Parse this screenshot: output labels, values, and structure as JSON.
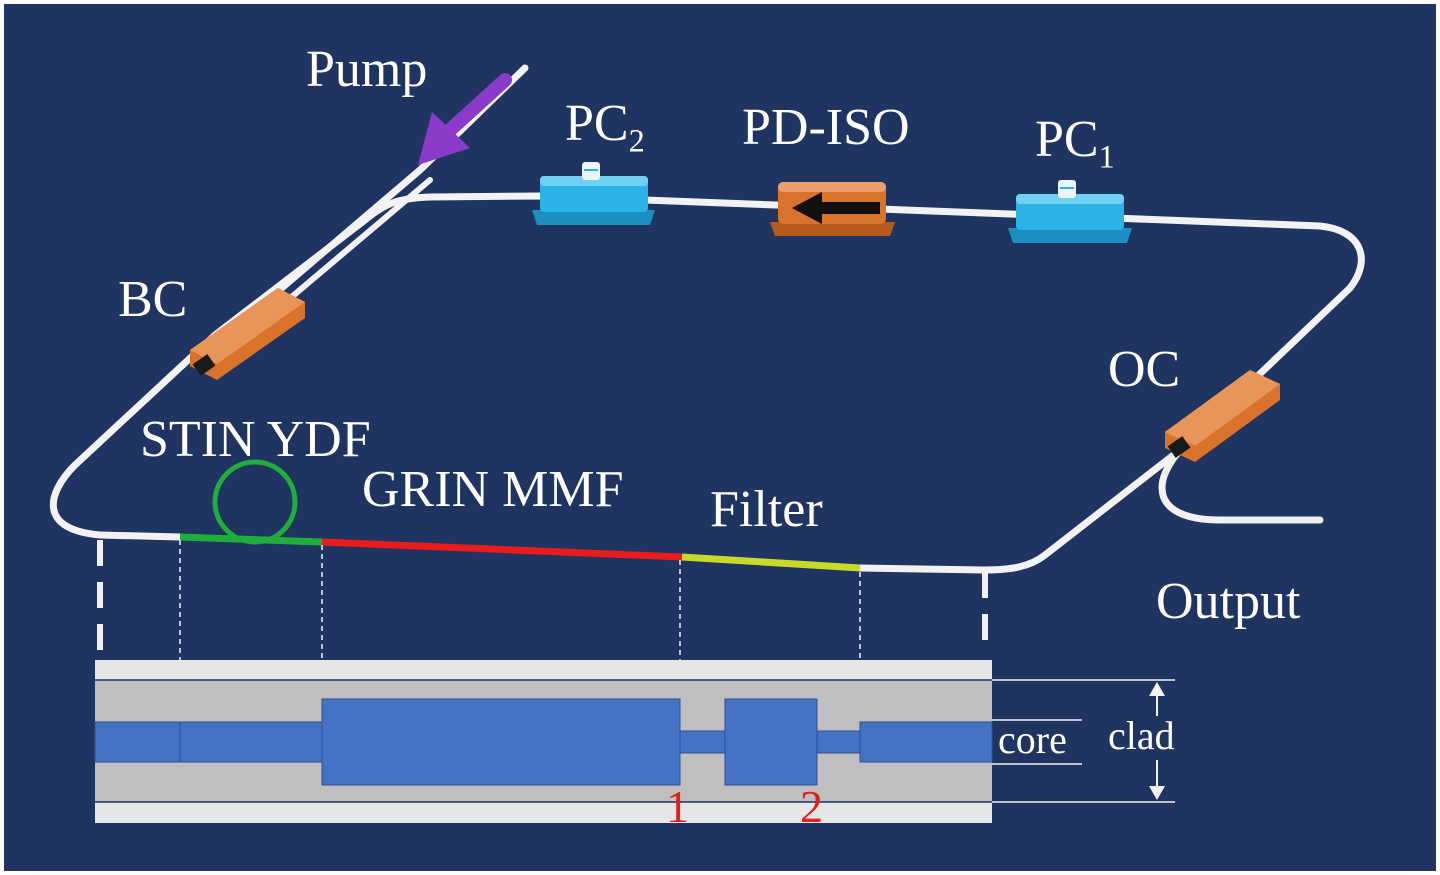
{
  "labels": {
    "pump": "Pump",
    "pc2": "PC",
    "pc2_sub": "2",
    "pd_iso": "PD-ISO",
    "pc1": "PC",
    "pc1_sub": "1",
    "bc": "BC",
    "oc": "OC",
    "stin_ydf": "STIN YDF",
    "grin_mmf": "GRIN MMF",
    "filter": "Filter",
    "output": "Output",
    "core": "core",
    "clad": "clad",
    "splice_1": "1",
    "splice_2": "2"
  },
  "colors": {
    "background": "#1f3461",
    "fiber": "#f2f2f2",
    "pump_arrow": "#8a3bc9",
    "polarization_controller": "#2ab3e6",
    "coupler": "#d9722a",
    "ydf": "#1fae3c",
    "grin_mmf": "#e81c1c",
    "filter": "#c9d92a",
    "core": "#4472c4",
    "cladding": "#bfbfbf",
    "outer_coating": "#e6e6e6",
    "splice_numbers": "#e0201c"
  }
}
